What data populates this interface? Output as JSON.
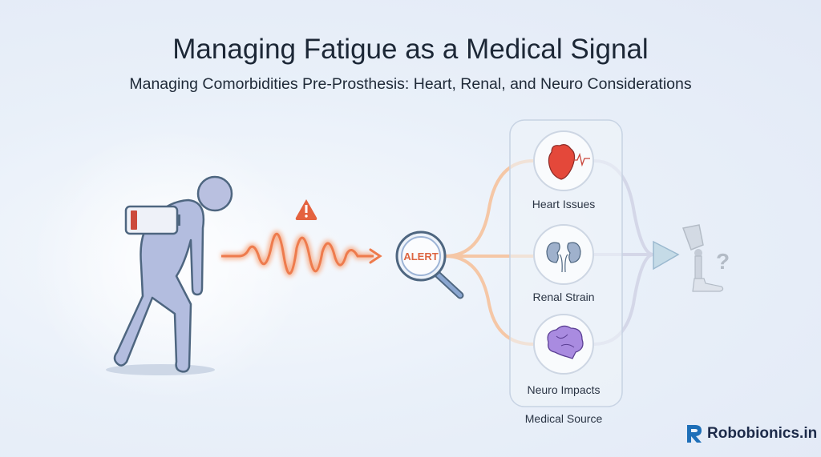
{
  "header": {
    "title": "Managing Fatigue as a Medical Signal",
    "subtitle": "Managing Comorbidities Pre-Prosthesis: Heart, Renal, and Neuro Considerations"
  },
  "diagram": {
    "person": {
      "icon": "tired-person-icon",
      "battery_level_percent": 10
    },
    "warning_icon": "warning-triangle-icon",
    "signal_icon": "fatigue-wave-icon",
    "magnifier_label": "ALERT",
    "panel_label": "Medical Source",
    "sources": [
      {
        "label": "Heart Issues",
        "icon": "heart-icon"
      },
      {
        "label": "Renal Strain",
        "icon": "kidneys-icon"
      },
      {
        "label": "Neuro Impacts",
        "icon": "brain-icon"
      }
    ],
    "outcome_icon": "prosthetic-leg-question-icon",
    "colors": {
      "signal": "#f0885a",
      "alert": "#e0633e",
      "figure": "#b9c0e0",
      "outline": "#4e6680"
    }
  },
  "brand": {
    "name": "Robobionics.in"
  }
}
